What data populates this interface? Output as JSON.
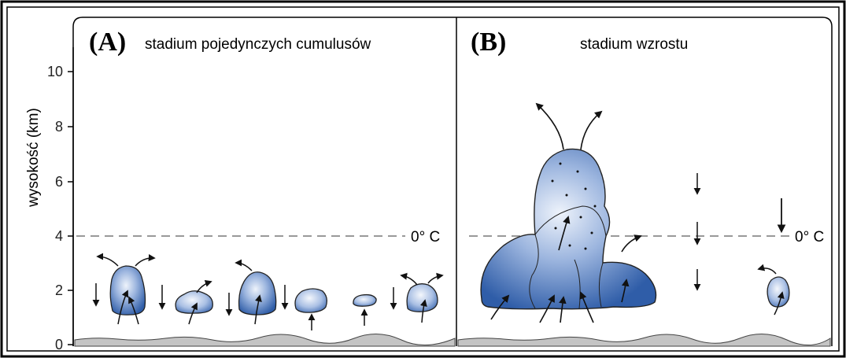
{
  "y_axis": {
    "label": "wysokość (km)",
    "ticks": [
      "0",
      "2",
      "4",
      "6",
      "8",
      "10"
    ]
  },
  "panels": [
    {
      "letter": "(A)",
      "title": "stadium pojedynczych cumulusów"
    },
    {
      "letter": "(B)",
      "title": "stadium wzrostu"
    }
  ],
  "freezing_level": {
    "label": "0° C",
    "height_km": 4
  },
  "colors": {
    "cloud_fill": "#3f6fb8",
    "cloud_highlight": "#dfe8f6",
    "isotherm": "#999999",
    "ground": "#bfbfbf"
  }
}
